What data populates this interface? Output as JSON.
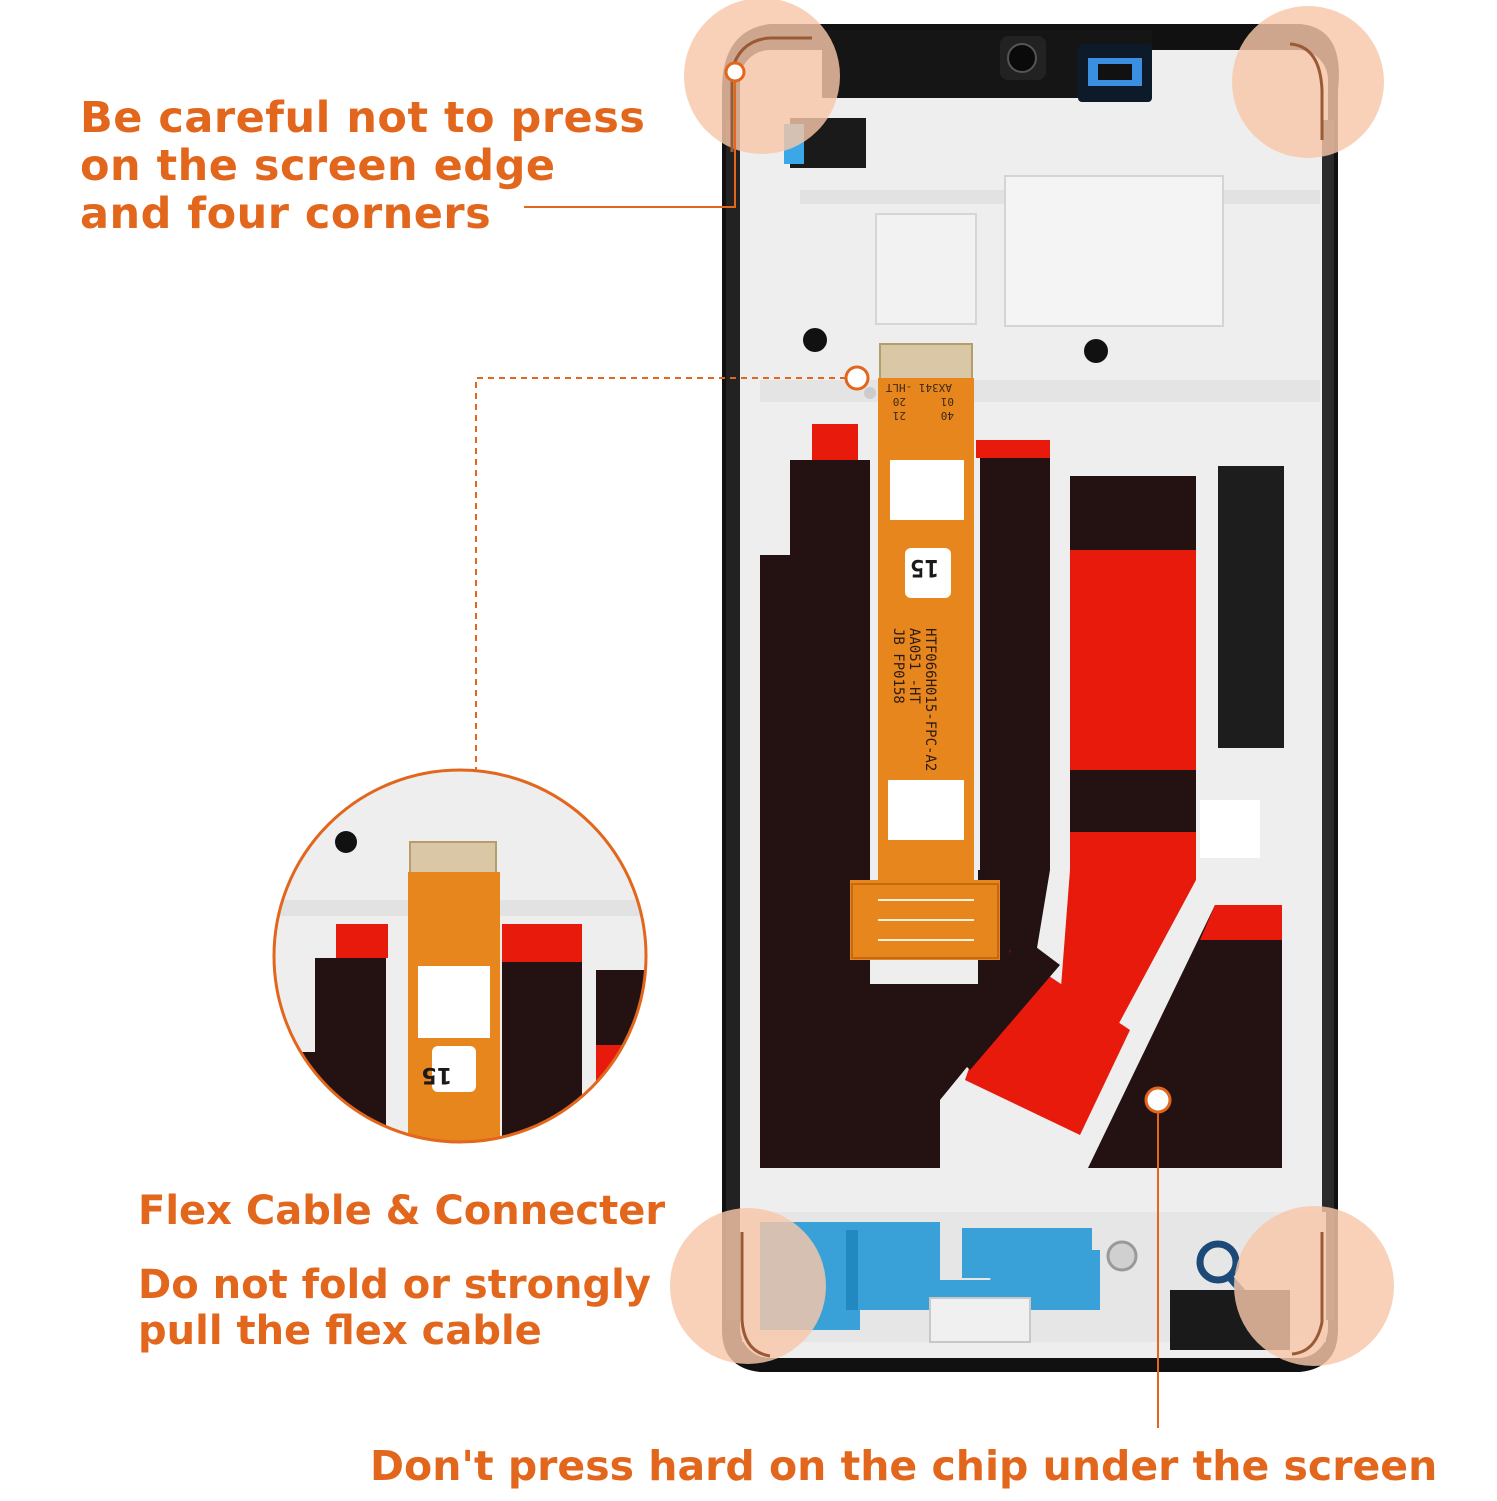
{
  "annotations": {
    "corners_warning": {
      "lines": [
        "Be careful not to press",
        "on the screen edge",
        "and four corners"
      ]
    },
    "flex_cable": {
      "title": "Flex Cable & Connecter",
      "lines": [
        "Do not fold or strongly",
        "pull the flex cable"
      ]
    },
    "chip_warning": "Don't press hard on the chip under the screen"
  },
  "flex_cable_print": {
    "marking_line1": "HTF066H015-FPC-A2",
    "marking_line2": "AA051 -HT",
    "marking_line3": "JB   FP0158",
    "pin_label_40": "40",
    "pin_label_01": "01",
    "pin_label_21": "21",
    "pin_label_20": "20",
    "model_code": "AX341 -HLT",
    "number_badge": "15"
  },
  "colors": {
    "accent": "#e2661c",
    "corner_highlight": "#f8c7a8",
    "flex_cable": "#e8861e",
    "frame_silver": "#eeeeee",
    "frame_black": "#111111",
    "tape_red": "#e81a0c",
    "tape_black": "#241213",
    "foam_blue": "#3aa0d8"
  }
}
